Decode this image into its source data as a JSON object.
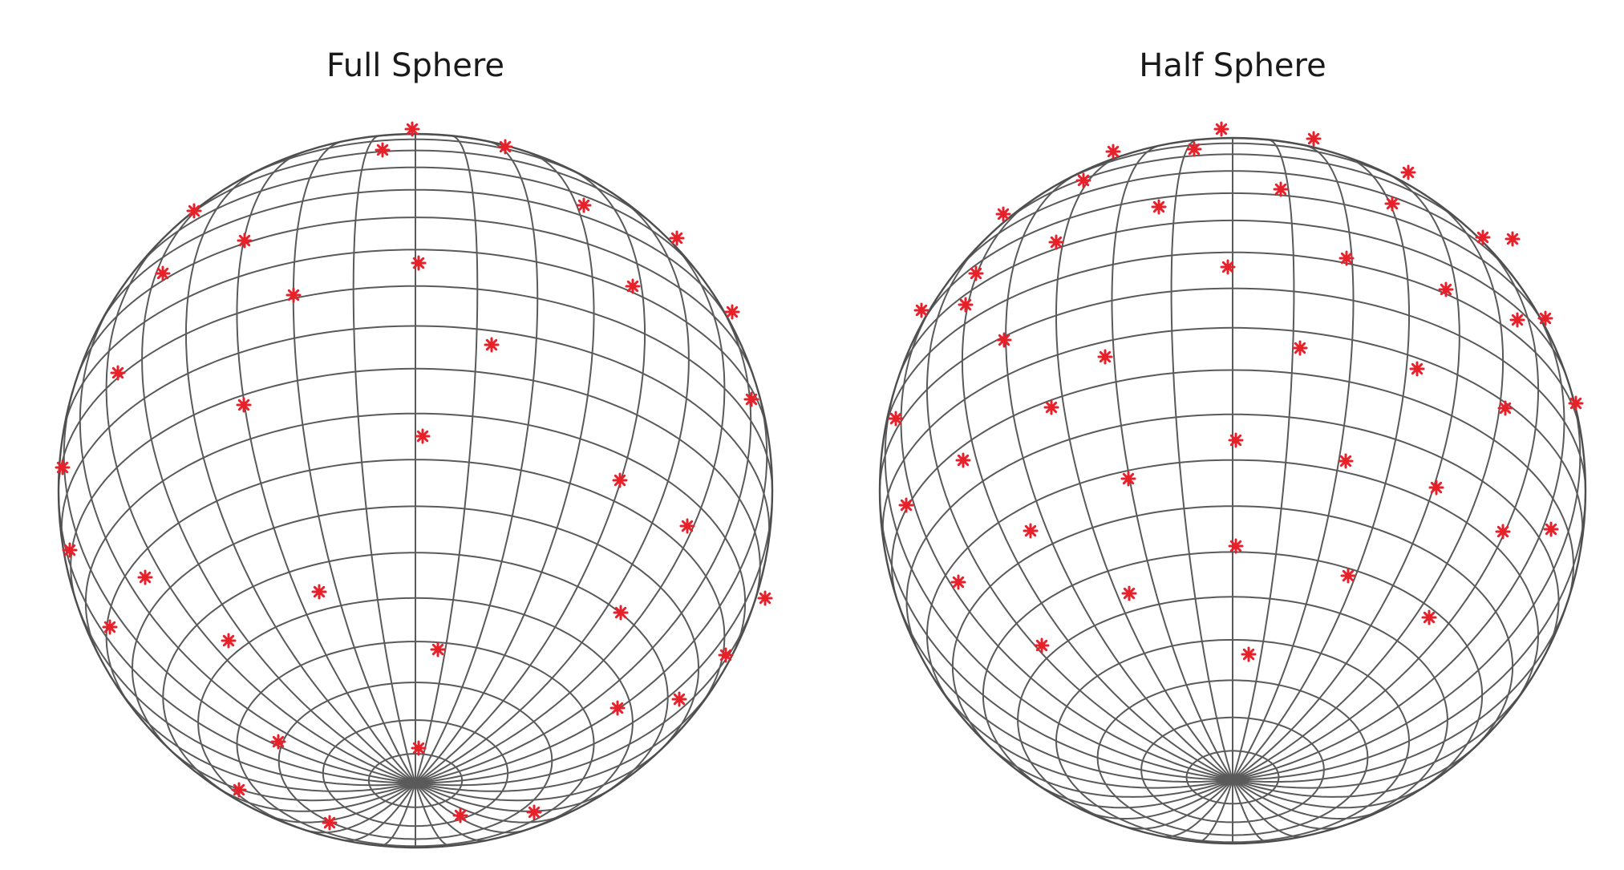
{
  "figure": {
    "panels": [
      {
        "id": "full",
        "title": "Full Sphere",
        "hemisphere": "full",
        "marker": "red-asterisk",
        "marker_color": "#e8202a",
        "mesh_color": "#5a5a5a"
      },
      {
        "id": "half",
        "title": "Half Sphere",
        "hemisphere": "upper",
        "marker": "red-asterisk",
        "marker_color": "#e8202a",
        "mesh_color": "#5a5a5a"
      }
    ]
  }
}
